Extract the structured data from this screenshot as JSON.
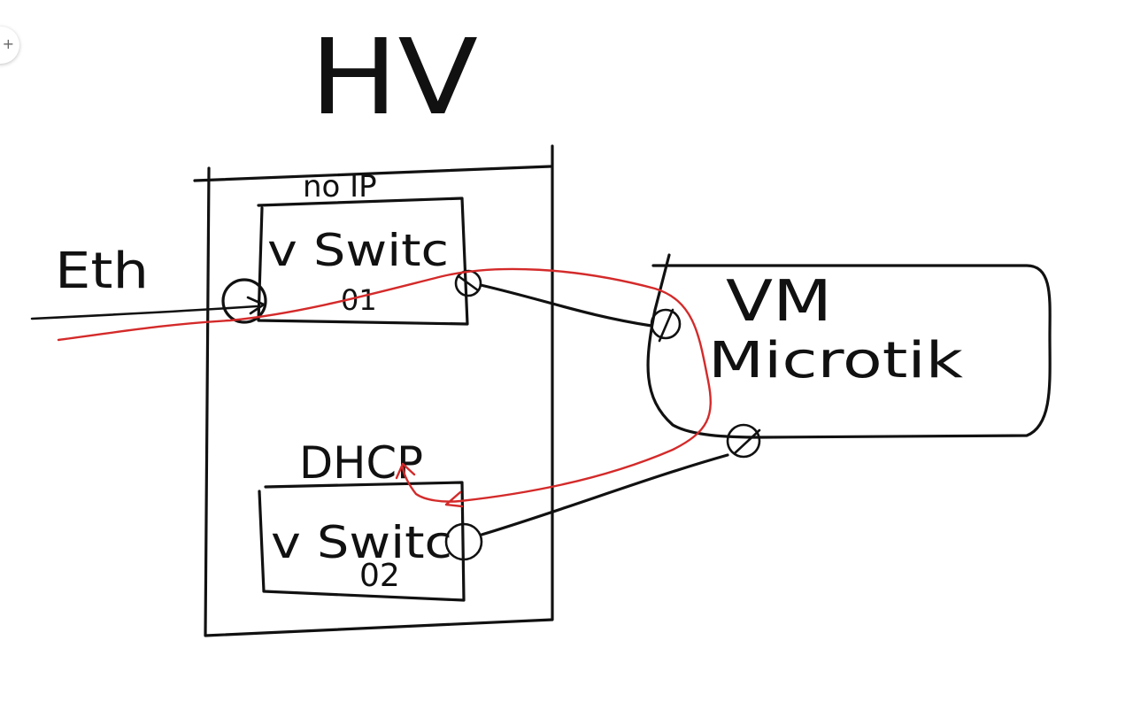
{
  "title": "HV",
  "labels": {
    "eth": "Eth",
    "switch1_top": "no IP",
    "switch1_name": "v Switc",
    "switch1_num": "01",
    "switch2_top": "DHCP",
    "switch2_name": "v Switc",
    "switch2_num": "02",
    "vm_line1": "VM",
    "vm_line2": "Microtik"
  },
  "colors": {
    "ink": "#111111",
    "path": "#d42a2a",
    "background": "#ffffff"
  },
  "icons": {
    "corner_button": "plus-icon"
  },
  "corner_glyph": "+"
}
